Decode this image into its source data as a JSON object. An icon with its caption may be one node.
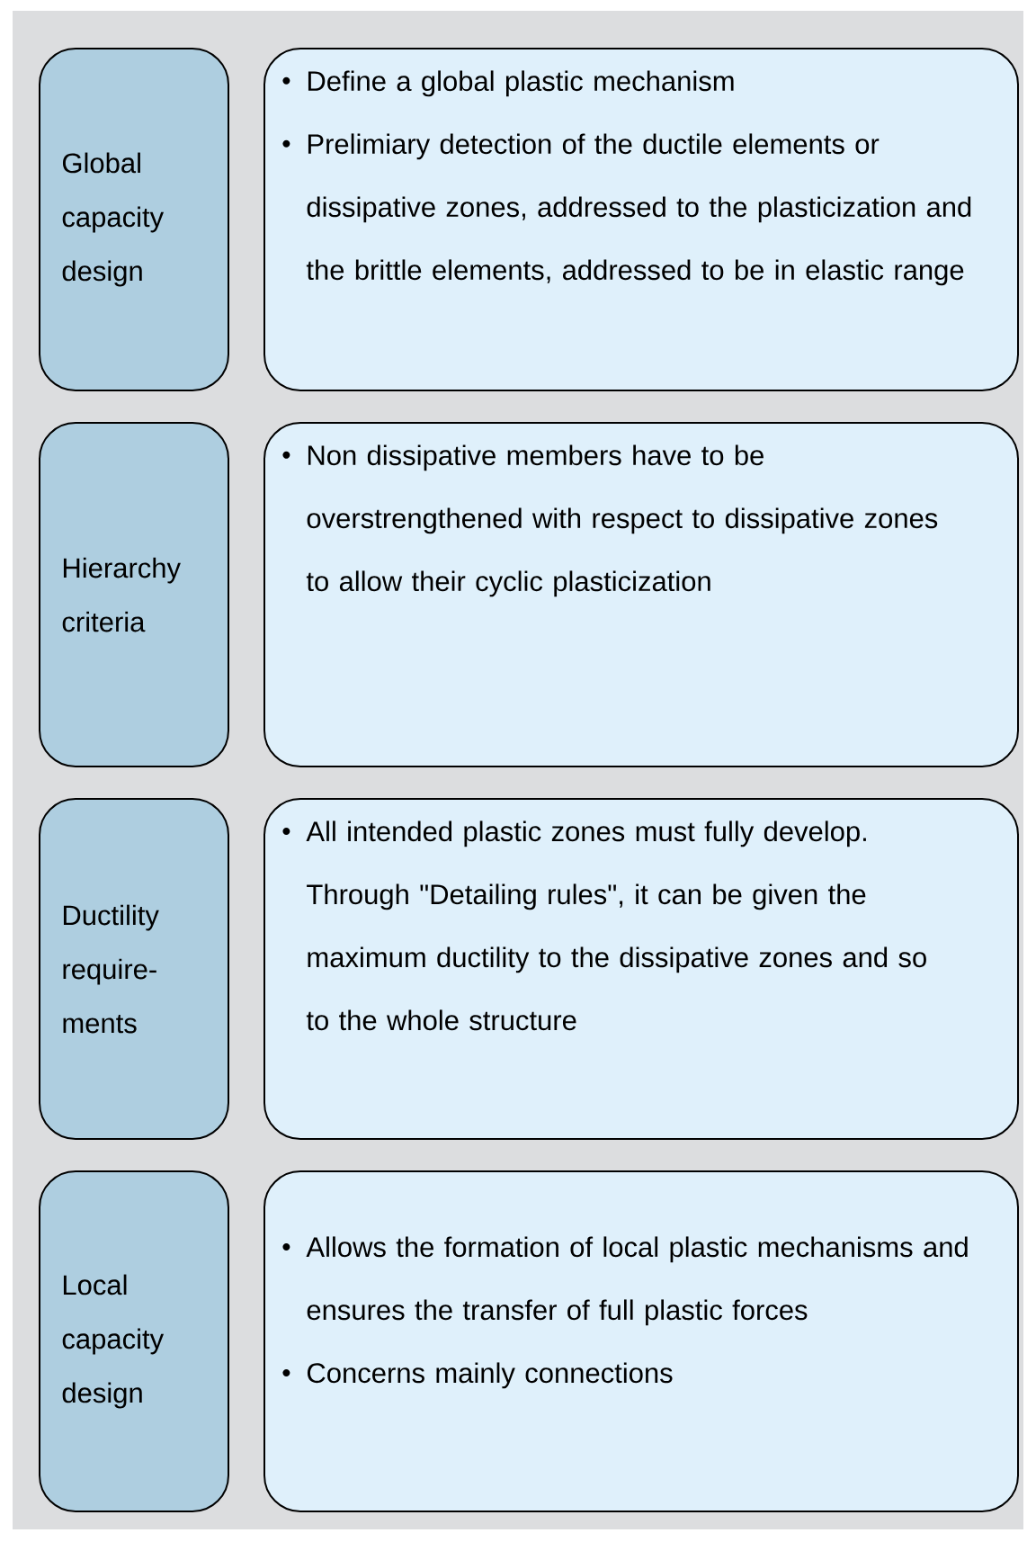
{
  "diagram": {
    "nodes": [
      {
        "text": [
          "Global capacity design"
        ]
      },
      {
        "text": [
          "Define a global plastic mechanism",
          "Prelimiary detection of the ductile elements or dissipative zones, addressed to the plasticization and the brittle elements, addressed to be in elastic range"
        ]
      },
      {
        "text": [
          "Hierarchy criteria"
        ]
      },
      {
        "text": [
          "Non dissipative members have to be overstrengthened with respect to dissipative zones to allow their cyclic plasticization"
        ]
      },
      {
        "text": [
          "Ductility require-ments"
        ]
      },
      {
        "text": [
          "All intended plastic zones must fully develop. Through \"Detailing rules\", it can be given the maximum ductility to the dissipative zones and so to the whole structure"
        ]
      },
      {
        "text": [
          "Local capacity design"
        ]
      },
      {
        "text": [
          "Allows the formation of local plastic mechanisms and ensures the transfer of full plastic forces",
          "Concerns mainly connections"
        ]
      }
    ]
  }
}
